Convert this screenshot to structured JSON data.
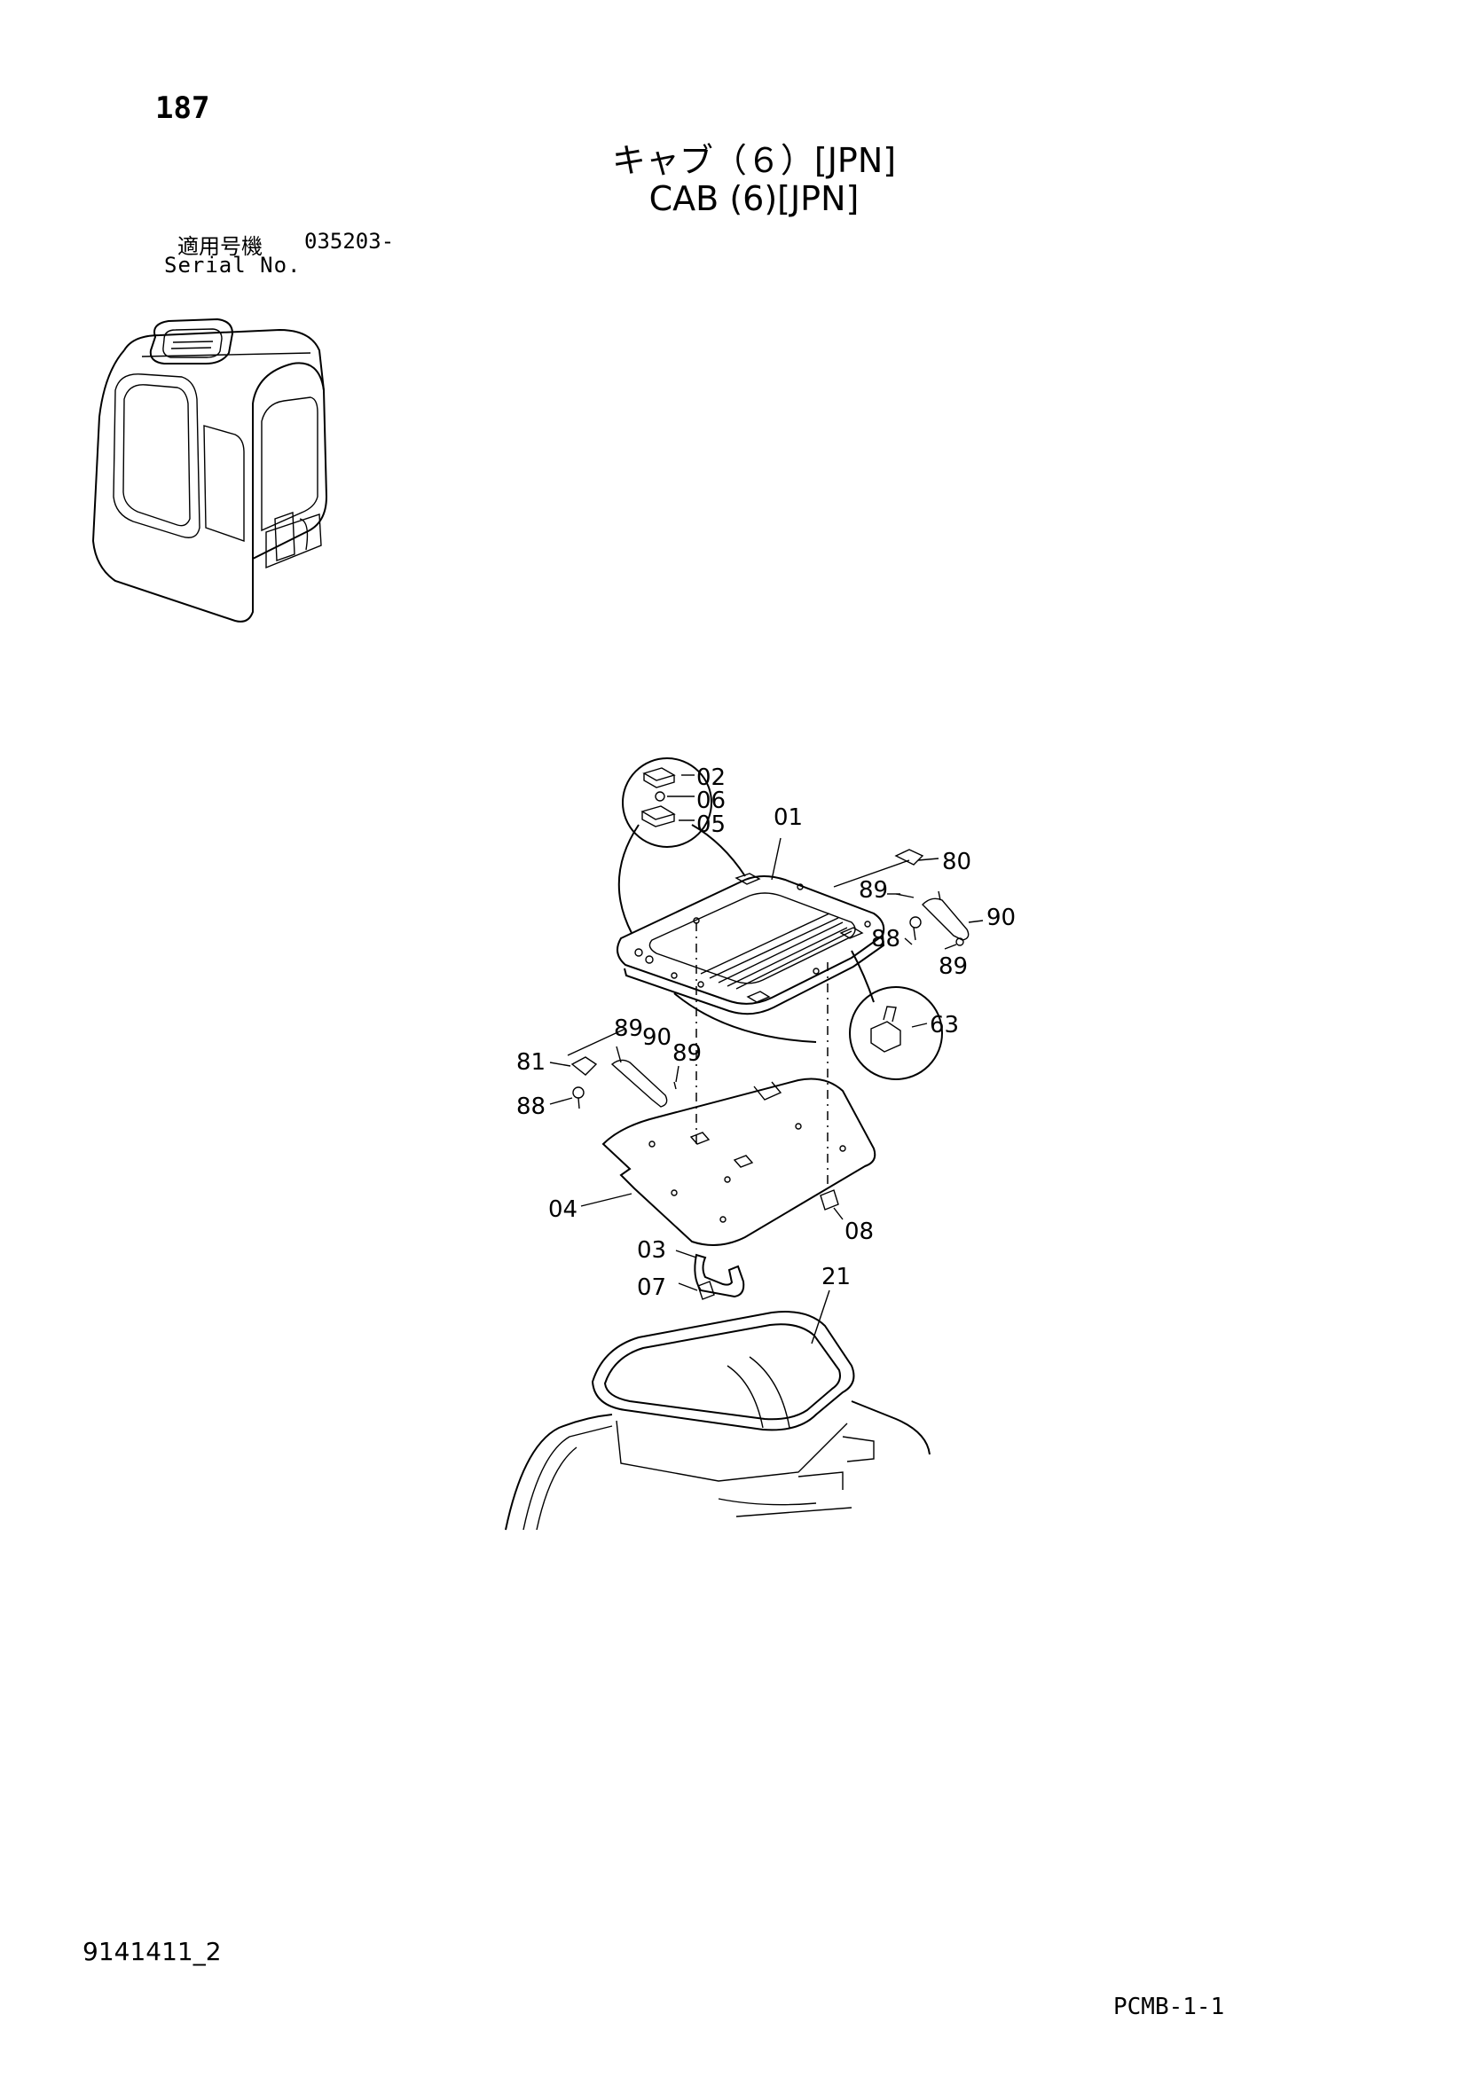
{
  "header": {
    "page_number": "187",
    "title_ja": "キャブ（６）[JPN]",
    "title_en": "CAB (6)[JPN]",
    "serial_label_ja": "適用号機",
    "serial_value": "035203-",
    "serial_label_en": "Serial No."
  },
  "callouts": {
    "c01": "01",
    "c02": "02",
    "c03": "03",
    "c04": "04",
    "c05": "05",
    "c06": "06",
    "c07": "07",
    "c08": "08",
    "c21": "21",
    "c63": "63",
    "c80": "80",
    "c81": "81",
    "c88a": "88",
    "c88b": "88",
    "c89a": "89",
    "c89b": "89",
    "c89c": "89",
    "c89d": "89",
    "c90a": "90",
    "c90b": "90"
  },
  "footer": {
    "doc_code": "9141411_2",
    "page_code": "PCMB-1-1"
  }
}
